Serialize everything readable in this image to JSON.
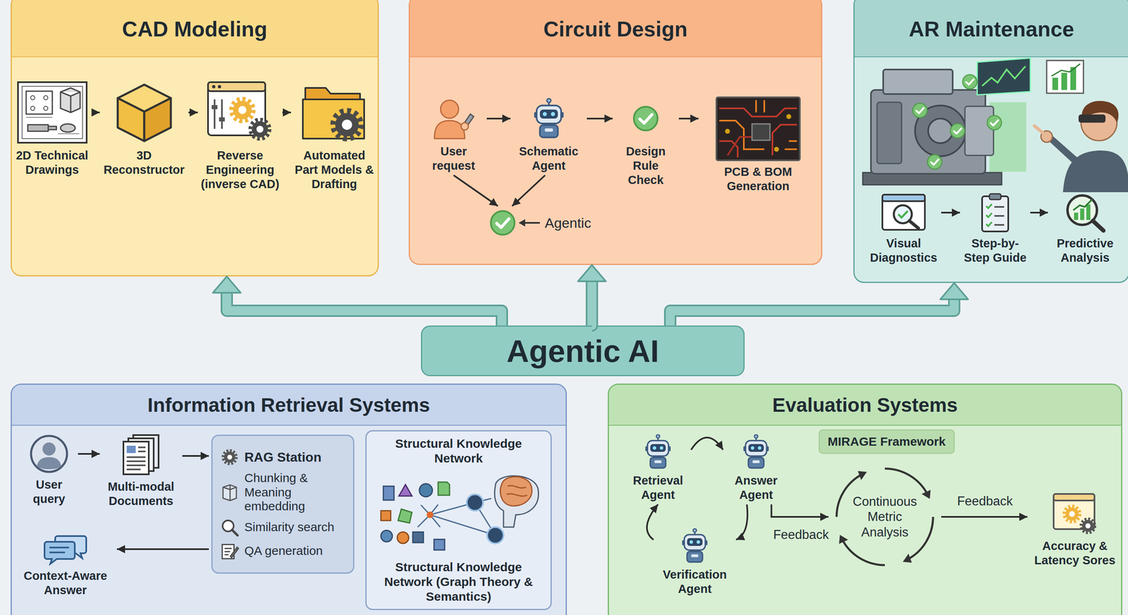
{
  "diagram": {
    "nodes": [
      {
        "text": [
          "CAD Modeling"
        ]
      },
      {
        "text": [
          "2D Technical Drawings"
        ],
        "in": 0
      },
      {
        "text": [
          "3D Reconstructor"
        ],
        "in": 0
      },
      {
        "text": [
          "Reverse Engineering (inverse CAD)"
        ],
        "in": 0
      },
      {
        "text": [
          "Automated Part Models & Drafting"
        ],
        "in": 0
      },
      {
        "text": [
          "Circuit Design"
        ]
      },
      {
        "text": [
          "User request"
        ],
        "in": 5
      },
      {
        "text": [
          "Schematic Agent"
        ],
        "in": 5
      },
      {
        "text": [
          "Design Rule Check"
        ],
        "in": 5
      },
      {
        "text": [
          "PCB & BOM Generation"
        ],
        "in": 5
      },
      {
        "text": [
          "Agentic"
        ],
        "in": 5
      },
      {
        "text": [
          "AR Maintenance"
        ]
      },
      {
        "text": [
          "Visual Diagnostics"
        ],
        "in": 11
      },
      {
        "text": [
          "Step-by-Step Guide"
        ],
        "in": 11
      },
      {
        "text": [
          "Predictive Analysis"
        ],
        "in": 11
      },
      {
        "text": [
          "Agentic AI"
        ]
      },
      {
        "text": [
          "Information Retrieval Systems"
        ]
      },
      {
        "text": [
          "User query"
        ],
        "in": 16
      },
      {
        "text": [
          "Multi-modal Documents"
        ],
        "in": 16
      },
      {
        "text": [
          "RAG Station",
          "Chunking & Meaning embedding",
          "Similarity search",
          "QA generation"
        ],
        "in": 16
      },
      {
        "text": [
          "Context-Aware Answer"
        ],
        "in": 16
      },
      {
        "text": [
          "Structural Knowledge Network",
          "Structural Knowledge Network (Graph Theory & Semantics)"
        ],
        "in": 16
      },
      {
        "text": [
          "Evaluation Systems"
        ]
      },
      {
        "text": [
          "Retrieval Agent"
        ],
        "in": 22
      },
      {
        "text": [
          "Answer Agent"
        ],
        "in": 22
      },
      {
        "text": [
          "Verification Agent"
        ],
        "in": 22
      },
      {
        "text": [
          "MIRAGE Framework"
        ],
        "in": 22
      },
      {
        "text": [
          "Continuous Metric Analysis"
        ],
        "in": 22
      },
      {
        "text": [
          "Accuracy & Latency Sores"
        ],
        "in": 22
      }
    ],
    "edges": [
      {
        "from": 1,
        "to": 2,
        "arrow": "to"
      },
      {
        "from": 2,
        "to": 3,
        "arrow": "to"
      },
      {
        "from": 3,
        "to": 4,
        "arrow": "to"
      },
      {
        "from": 6,
        "to": 7,
        "arrow": "to"
      },
      {
        "from": 7,
        "to": 8,
        "arrow": "to"
      },
      {
        "from": 8,
        "to": 9,
        "arrow": "to"
      },
      {
        "from": 6,
        "to": 10,
        "arrow": "to"
      },
      {
        "from": 7,
        "to": 10,
        "arrow": "to"
      },
      {
        "from": 12,
        "to": 13,
        "arrow": "to"
      },
      {
        "from": 13,
        "to": 14,
        "arrow": "to"
      },
      {
        "from": 15,
        "to": 0,
        "arrow": "to"
      },
      {
        "from": 15,
        "to": 5,
        "arrow": "to"
      },
      {
        "from": 15,
        "to": 11,
        "arrow": "to"
      },
      {
        "from": 17,
        "to": 18,
        "arrow": "to"
      },
      {
        "from": 18,
        "to": 19,
        "arrow": "to"
      },
      {
        "from": 19,
        "to": 20,
        "arrow": "to"
      },
      {
        "from": 23,
        "to": 24,
        "arrow": "to"
      },
      {
        "from": 24,
        "to": 25,
        "arrow": "to"
      },
      {
        "from": 25,
        "to": 23,
        "arrow": "to"
      },
      {
        "from": 24,
        "to": 27,
        "label": "Feedback",
        "arrow": "to"
      },
      {
        "from": 27,
        "to": 28,
        "label": "Feedback",
        "arrow": "to"
      }
    ]
  }
}
